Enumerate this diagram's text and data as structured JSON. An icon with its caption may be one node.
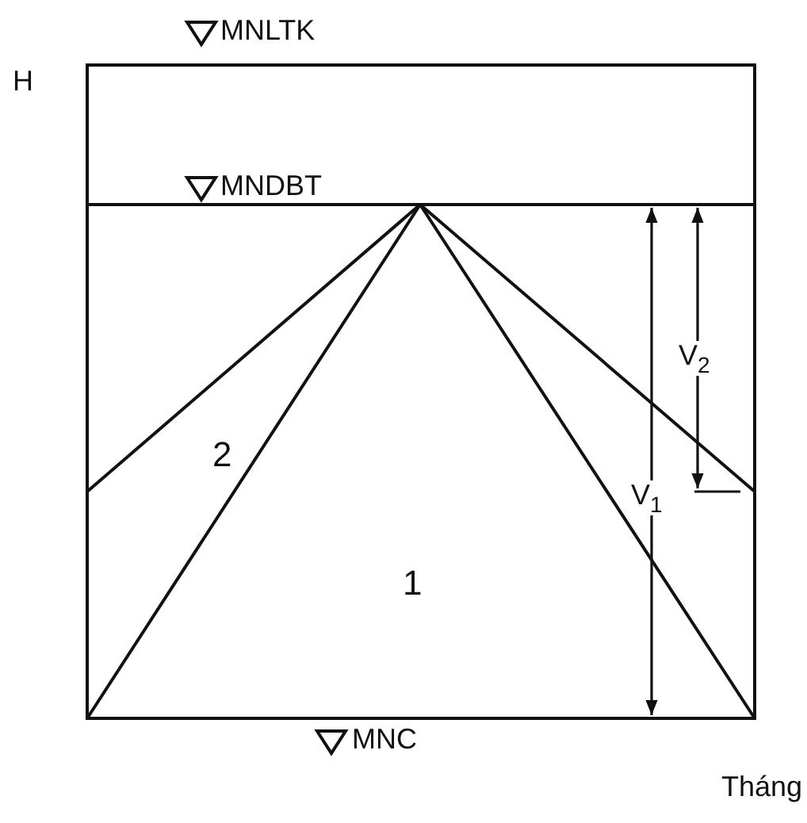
{
  "diagram": {
    "labels": [
      "H",
      "MNLTK",
      "MNDBT",
      "2",
      "V$_{2}$",
      "V$_{1}$",
      "1",
      "MNC",
      "Tháng"
    ]
  }
}
